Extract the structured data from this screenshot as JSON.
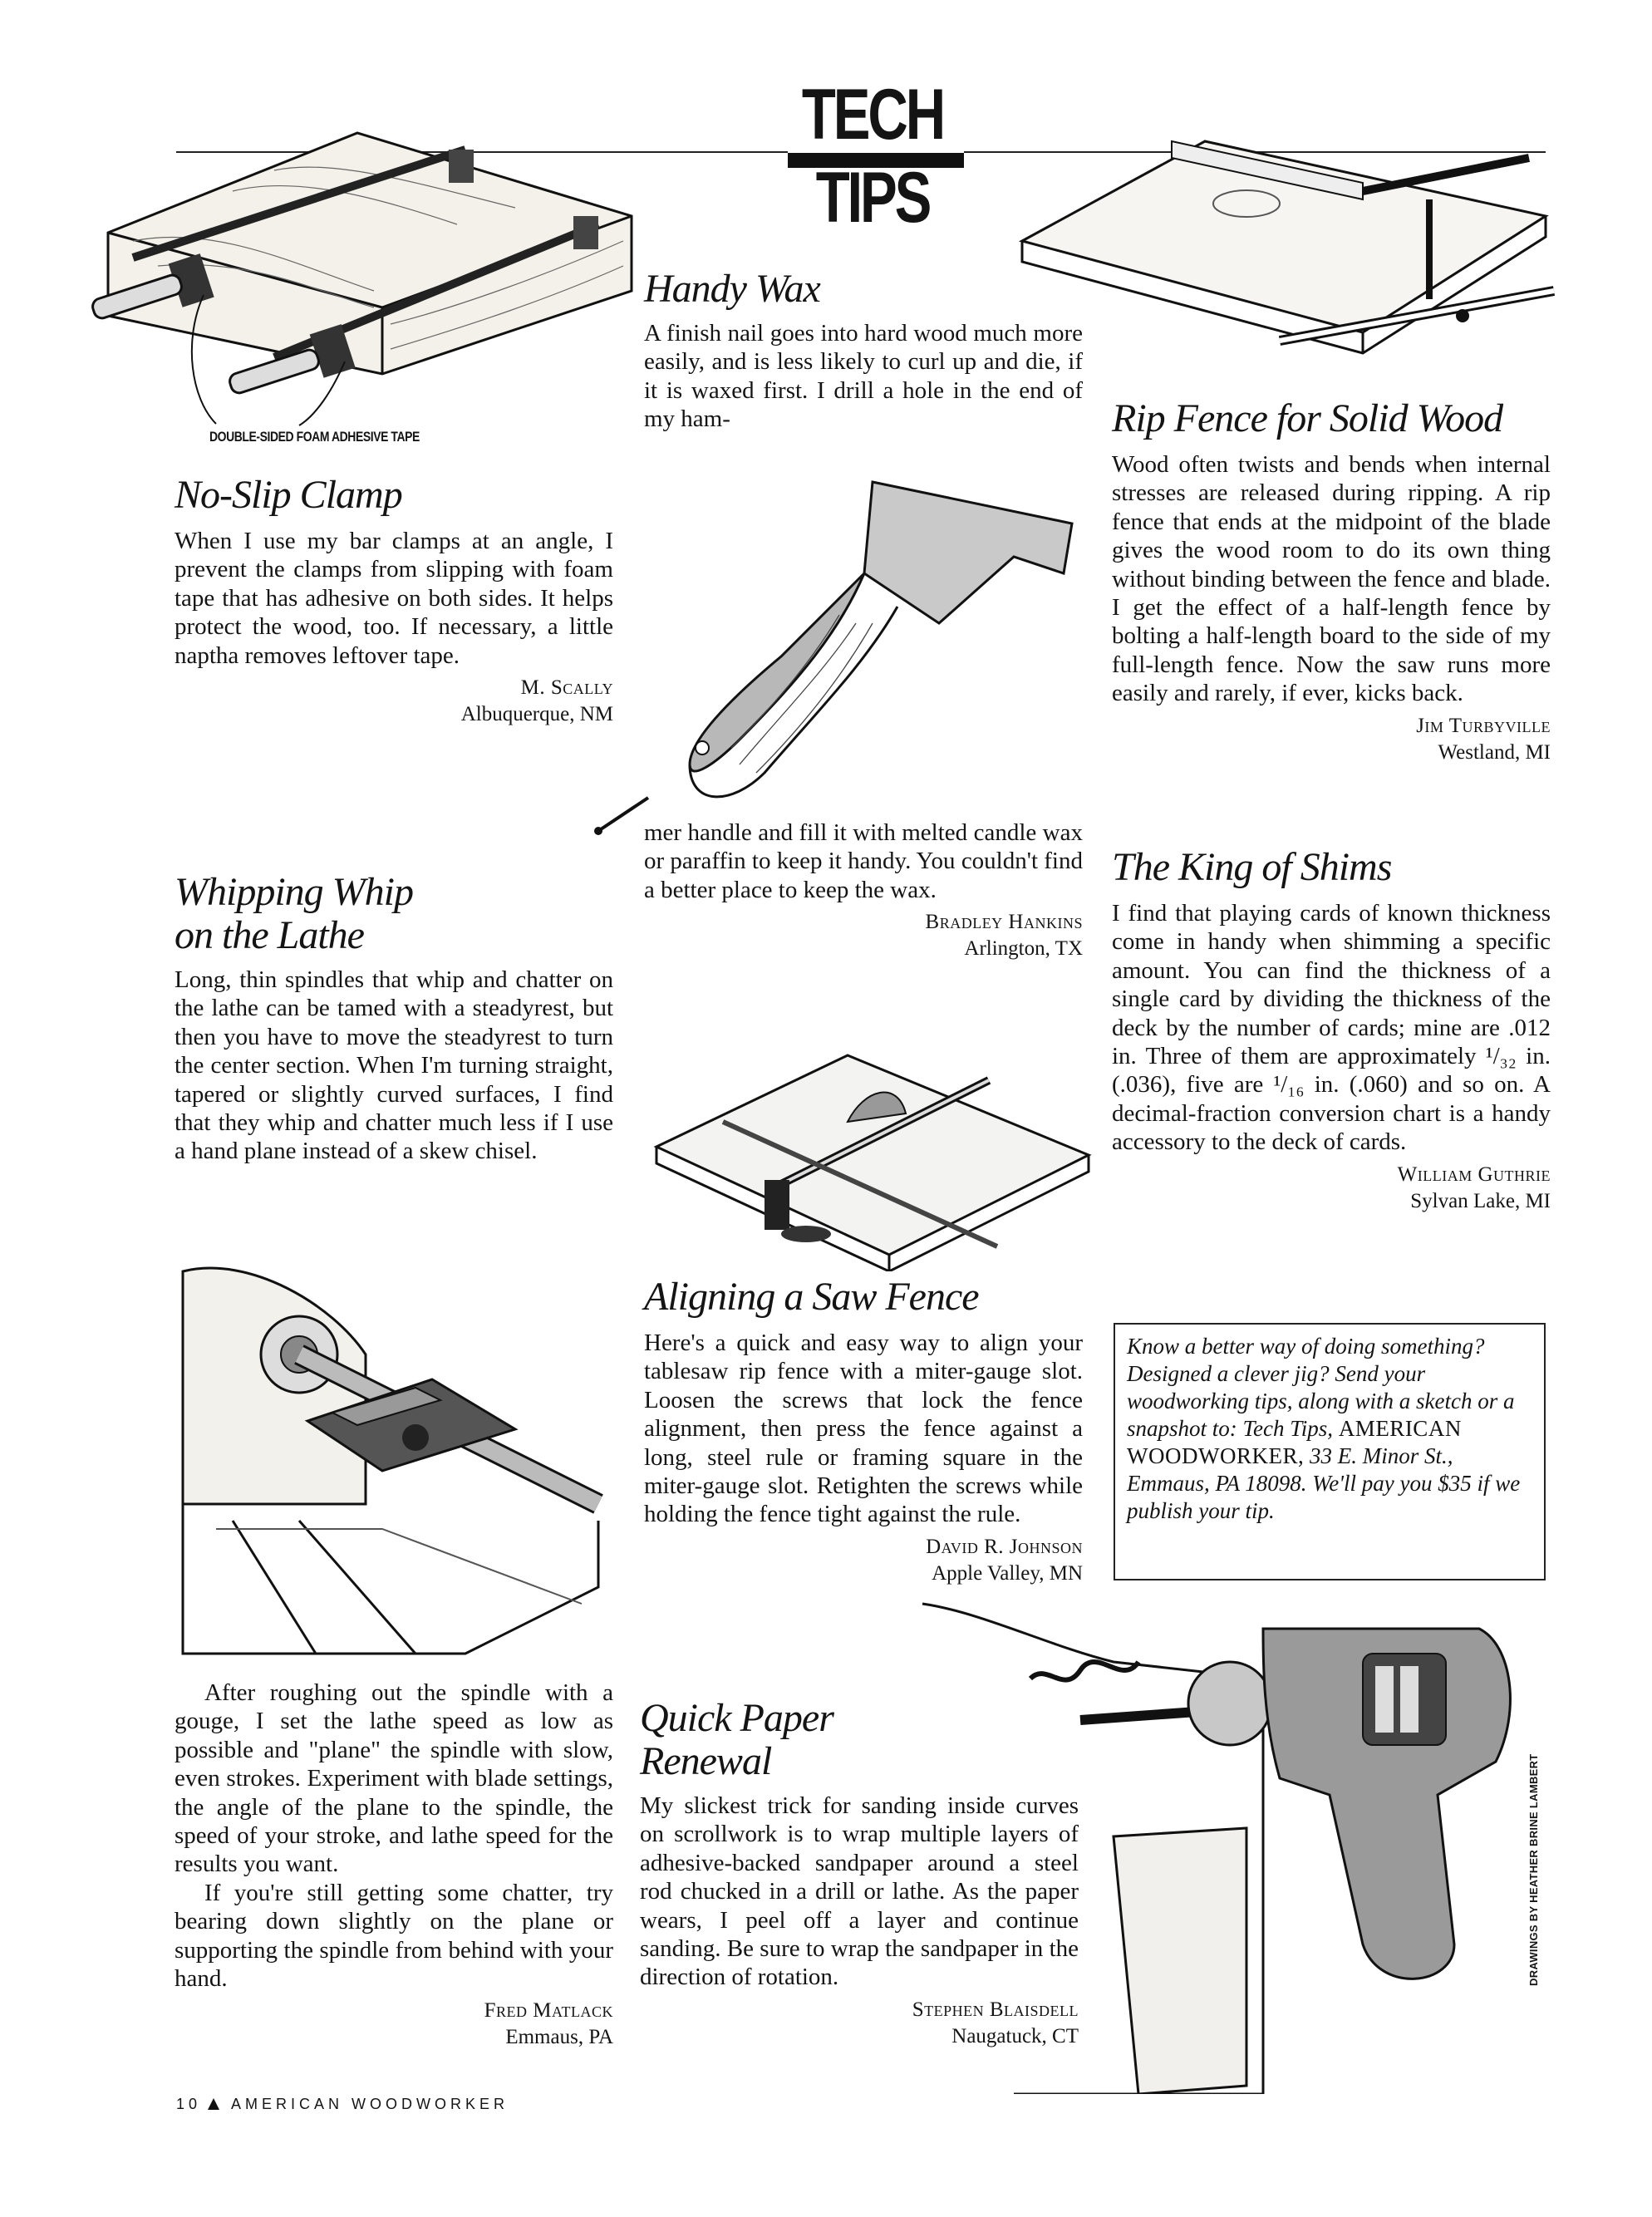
{
  "header": {
    "title": "TECH TIPS"
  },
  "clamp_caption": "DOUBLE-SIDED FOAM ADHESIVE TAPE",
  "illustration_credit": "DRAWINGS BY HEATHER BRINE LAMBERT",
  "articles": {
    "no_slip_clamp": {
      "title": "No-Slip Clamp",
      "body": "When I use my bar clamps at an angle, I prevent the clamps from slipping with foam tape that has adhesive on both sides. It helps protect the wood, too. If necessary, a little naptha removes leftover tape.",
      "author": "M. Scally",
      "location": "Albuquerque, NM"
    },
    "handy_wax": {
      "title": "Handy Wax",
      "body_part1": "A finish nail goes into hard wood much more easily, and is less likely to curl up and die, if it is waxed first. I drill a hole in the end of my ham-",
      "body_part2": "mer handle and fill it with melted candle wax or paraffin to keep it handy. You couldn't find a better place to keep the wax.",
      "author": "Bradley Hankins",
      "location": "Arlington, TX"
    },
    "rip_fence": {
      "title": "Rip Fence for Solid Wood",
      "body": "Wood often twists and bends when internal stresses are released during ripping. A rip fence that ends at the midpoint of the blade gives the wood room to do its own thing without binding between the fence and blade. I get the effect of a half-length fence by bolting a half-length board to the side of my full-length fence. Now the saw runs more easily and rarely, if ever, kicks back.",
      "author": "Jim Turbyville",
      "location": "Westland, MI"
    },
    "whipping_whip": {
      "title_line1": "Whipping Whip",
      "title_line2": "on the Lathe",
      "body_part1": "Long, thin spindles that whip and chatter on the lathe can be tamed with a steadyrest, but then you have to move the steadyrest to turn the center section. When I'm turning straight, tapered or slightly curved surfaces, I find that they whip and chatter much less if I use a hand plane instead of a skew chisel.",
      "body_part2": "After roughing out the spindle with a gouge, I set the lathe speed as low as possible and \"plane\" the spindle with slow, even strokes. Experiment with blade settings, the angle of the plane to the spindle, the speed of your stroke, and lathe speed for the results you want.",
      "body_part3": "If you're still getting some chatter, try bearing down slightly on the plane or supporting the spindle from behind with your hand.",
      "author": "Fred Matlack",
      "location": "Emmaus, PA"
    },
    "king_of_shims": {
      "title": "The King of Shims",
      "body": "I find that playing cards of known thickness come in handy when shimming a specific amount. You can find the thickness of a single card by dividing the thickness of the deck by the number of cards; mine are .012 in. Three of them are approximately ¹/₃₂ in. (.036), five are ¹/₁₆ in. (.060) and so on. A decimal-fraction conversion chart is a handy accessory to the deck of cards.",
      "author": "William Guthrie",
      "location": "Sylvan Lake, MI"
    },
    "saw_fence": {
      "title": "Aligning a Saw Fence",
      "body": "Here's a quick and easy way to align your tablesaw rip fence with a miter-gauge slot. Loosen the screws that lock the fence alignment, then press the fence against a long, steel rule or framing square in the miter-gauge slot. Retighten the screws while holding the fence tight against the rule.",
      "author": "David R. Johnson",
      "location": "Apple Valley, MN"
    },
    "quick_paper": {
      "title_line1": "Quick Paper",
      "title_line2": "Renewal",
      "body": "My slickest trick for sanding inside curves on scrollwork is to wrap multiple layers of adhesive-backed sandpaper around a steel rod chucked in a drill or lathe. As the paper wears, I peel off a layer and continue sanding. Be sure to wrap the sandpaper in the direction of rotation.",
      "author": "Stephen Blaisdell",
      "location": "Naugatuck, CT"
    }
  },
  "tip_box": {
    "text_1": "Know a better way of doing something? Designed a clever jig? Send your woodworking tips, along with a sketch or a snapshot to: Tech Tips,",
    "magazine": "AMERICAN WOODWORKER,",
    "text_2": "33 E. Minor St., Emmaus, PA 18098. We'll pay you $35 if we publish your tip."
  },
  "footer": {
    "page_number": "10",
    "publication": "AMERICAN WOODWORKER"
  }
}
